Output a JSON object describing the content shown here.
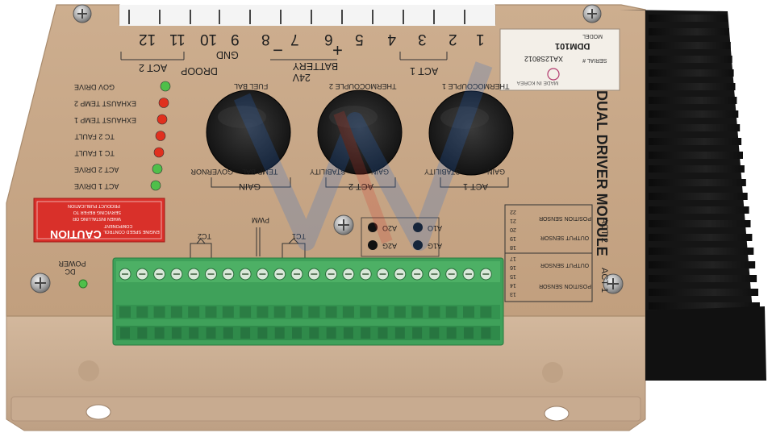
{
  "module": {
    "name": "DUAL DRIVER MODULE",
    "model_label": "MODEL",
    "model": "DDM101",
    "serial_label": "SERIAL #",
    "serial": "XA12S8012",
    "made_in": "MADE IN KOREA"
  },
  "terminals": {
    "top_numbers": [
      "1",
      "2",
      "3",
      "4",
      "5",
      "6",
      "7",
      "8",
      "9",
      "10",
      "11",
      "12"
    ],
    "act1": "ACT 1",
    "act2": "ACT 2",
    "battery": "BATTERY",
    "battery_voltage": "24V",
    "plus": "+",
    "minus": "−",
    "gnd": "GND",
    "droop": "DROOP"
  },
  "pots": {
    "thermocouple1": "THERMOCOUPLE 1",
    "thermocouple2": "THERMOCOUPLE 2",
    "fuel_bal": "FUEL BAL",
    "gain": "GAIN",
    "stability": "STABILITY",
    "temp_bal": "TEMP BAL",
    "governor": "GOVERNOR",
    "group_act1": "ACT 1",
    "group_act2": "ACT 2",
    "group_gain": "GAIN"
  },
  "indicators": [
    {
      "label": "GOV DRIVE",
      "color": "#4fbf4a"
    },
    {
      "label": "EXHAUST TEMP 2",
      "color": "#e0301e"
    },
    {
      "label": "EXHAUST TEMP 1",
      "color": "#e0301e"
    },
    {
      "label": "TC 2 FAULT",
      "color": "#e0301e"
    },
    {
      "label": "TC 1 FAULT",
      "color": "#e0301e"
    },
    {
      "label": "ACT 2 DRIVE",
      "color": "#4fbf4a"
    },
    {
      "label": "ACT 1 DRIVE",
      "color": "#4fbf4a"
    }
  ],
  "caution": {
    "title": "CAUTION",
    "line1": "ENGINE SPEED CONTROL",
    "line2": "COMPONENT",
    "line3": "WHEN INSTALLING OR",
    "line4": "SERVICING REFER TO",
    "line5": "PRODUCT PUBLICATION"
  },
  "power": {
    "label": "POWER",
    "sub": "DC"
  },
  "signals": {
    "pwm": "PWM",
    "tc1": "TC1",
    "tc2": "TC2"
  },
  "test_points": [
    "A1O",
    "A2O",
    "A1G",
    "A2G"
  ],
  "sensors": {
    "act2": "ACT 2",
    "act1": "ACT 1",
    "position_sensor": "POSITION SENSOR",
    "output_sensor": "OUTPUT SENSOR",
    "pins_act2": [
      "22",
      "21",
      "20",
      "19",
      "18"
    ],
    "pins_act1": [
      "17",
      "16",
      "15",
      "14",
      "13"
    ]
  },
  "colors": {
    "panel": "#c9a887",
    "heatsink": "#1a1a1a",
    "terminal_block": "#3fa15a",
    "caution_red": "#d9302a"
  },
  "terminal_block": {
    "screw_count": 22
  }
}
